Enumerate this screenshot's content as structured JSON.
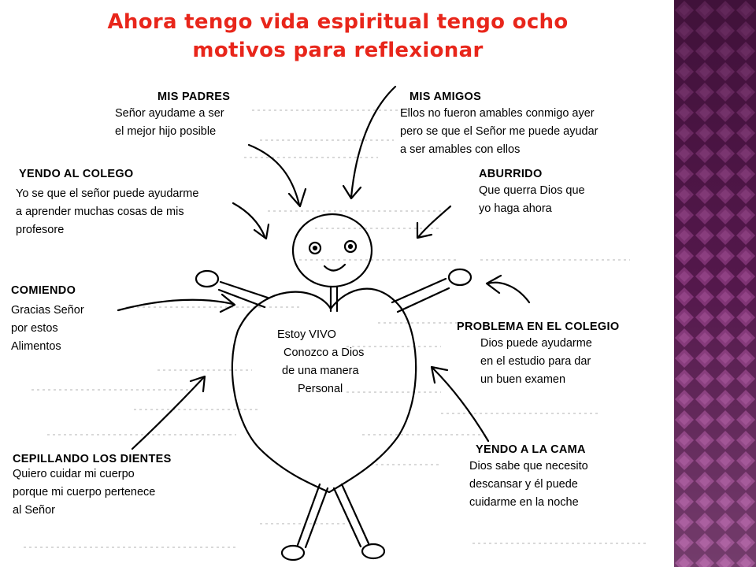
{
  "title": {
    "line1": "Ahora tengo vida espiritual tengo ocho",
    "line2": "motivos para reflexionar"
  },
  "notes": {
    "padres": {
      "heading": "MIS PADRES",
      "lines": [
        "Señor ayudame a ser",
        "el mejor hijo posible"
      ]
    },
    "amigos": {
      "heading": "MIS AMIGOS",
      "lines": [
        "Ellos no fueron amables conmigo ayer",
        "pero se que el Señor me puede ayudar",
        "a ser amables con ellos"
      ]
    },
    "colegio": {
      "heading": "YENDO AL COLEGO",
      "lines": [
        "Yo se que el señor puede ayudarme",
        "a aprender muchas cosas de mis",
        "profesore"
      ]
    },
    "aburrido": {
      "heading": "ABURRIDO",
      "lines": [
        "Que querra Dios que",
        "yo haga ahora"
      ]
    },
    "comiendo": {
      "heading": "COMIENDO",
      "lines": [
        "Gracias Señor",
        "por estos",
        "Alimentos"
      ]
    },
    "problema": {
      "heading": "PROBLEMA EN EL COLEGIO",
      "lines": [
        "Dios puede ayudarme",
        "en el estudio para dar",
        "un buen examen"
      ]
    },
    "cepillando": {
      "heading": "CEPILLANDO LOS DIENTES",
      "lines": [
        "Quiero cuidar mi cuerpo",
        "porque mi cuerpo pertenece",
        "al Señor"
      ]
    },
    "cama": {
      "heading": "YENDO A LA CAMA",
      "lines": [
        "Dios sabe que necesito",
        "descansar y él puede",
        "cuidarme en la noche"
      ]
    }
  },
  "heart": {
    "lines": [
      "Estoy VIVO",
      "Conozco a Dios",
      "de una manera",
      "Personal"
    ]
  },
  "colors": {
    "title": "#e8261b",
    "panel_dark": "#5b1a52",
    "panel_light": "#8e3a82",
    "ink": "#000000"
  }
}
